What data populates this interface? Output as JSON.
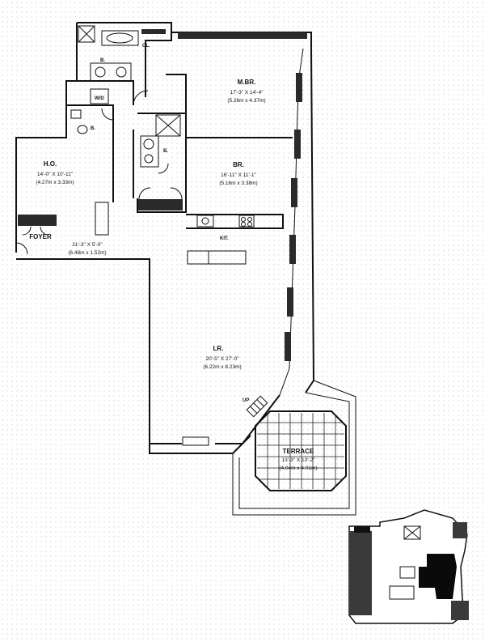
{
  "rooms": {
    "master_bedroom": {
      "name": "M.BR.",
      "dim_imperial": "17'-3\" X 14'-4\"",
      "dim_metric": "(5.26m x 4.37m)"
    },
    "bedroom": {
      "name": "BR.",
      "dim_imperial": "16'-11\" X 11'-1\"",
      "dim_metric": "(5.16m x 3.38m)"
    },
    "home_office": {
      "name": "H.O.",
      "dim_imperial": "14'-0\" X 10'-11\"",
      "dim_metric": "(4.27m x 3.33m)"
    },
    "foyer": {
      "name": "FOYER",
      "dim_imperial": "21'-3\" X 5'-0\"",
      "dim_metric": "(6.48m x 1.52m)"
    },
    "living_room": {
      "name": "LR.",
      "dim_imperial": "20'-5\" X 27'-0\"",
      "dim_metric": "(6.22m x 8.23m)"
    },
    "terrace": {
      "name": "TERRACE",
      "dim_imperial": "13'-3\" X 13'-2\"",
      "dim_metric": "(4.04m x 4.01m)"
    }
  },
  "small_labels": {
    "kitchen": "KIT.",
    "washer_dryer": "W/D",
    "bath_master": "B.",
    "bath_2": "B.",
    "bath_3": "B.",
    "closet": "CL.",
    "stair_up": "UP"
  }
}
